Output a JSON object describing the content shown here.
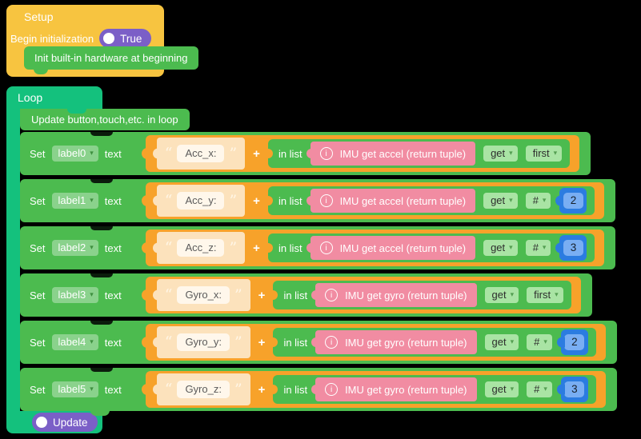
{
  "colors": {
    "background": "#000000",
    "setup_yellow": "#F7C440",
    "block_green": "#4CBB4F",
    "loop_teal": "#14C17D",
    "join_orange": "#F7A22A",
    "string_peach": "#FCE2BC",
    "imu_pink": "#F18CA2",
    "toggle_purple": "#7B5FC7",
    "number_blue": "#2B7CE0"
  },
  "setup": {
    "title": "Setup",
    "begin_label": "Begin initialization",
    "begin_value": "True",
    "init_block": "Init built-in hardware at beginning"
  },
  "loop": {
    "title": "Loop",
    "update_hw_block": "Update button,touch,etc. in loop",
    "update_toggle": "Update"
  },
  "labels": {
    "set": "Set",
    "text": "text",
    "plus": "+",
    "in_list": "in list",
    "info": "i",
    "arrow": "▾"
  },
  "rows": [
    {
      "label": "label0",
      "string": "Acc_x:",
      "imu": "IMU get accel (return tuple)",
      "get": "get",
      "index": "first"
    },
    {
      "label": "label1",
      "string": "Acc_y:",
      "imu": "IMU get accel (return tuple)",
      "get": "get",
      "index": "#",
      "number": "2"
    },
    {
      "label": "label2",
      "string": "Acc_z:",
      "imu": "IMU get accel (return tuple)",
      "get": "get",
      "index": "#",
      "number": "3"
    },
    {
      "label": "label3",
      "string": "Gyro_x:",
      "imu": "IMU get gyro (return tuple)",
      "get": "get",
      "index": "first"
    },
    {
      "label": "label4",
      "string": "Gyro_y:",
      "imu": "IMU get gyro (return tuple)",
      "get": "get",
      "index": "#",
      "number": "2"
    },
    {
      "label": "label5",
      "string": "Gyro_z:",
      "imu": "IMU get gyro (return tuple)",
      "get": "get",
      "index": "#",
      "number": "3"
    }
  ]
}
